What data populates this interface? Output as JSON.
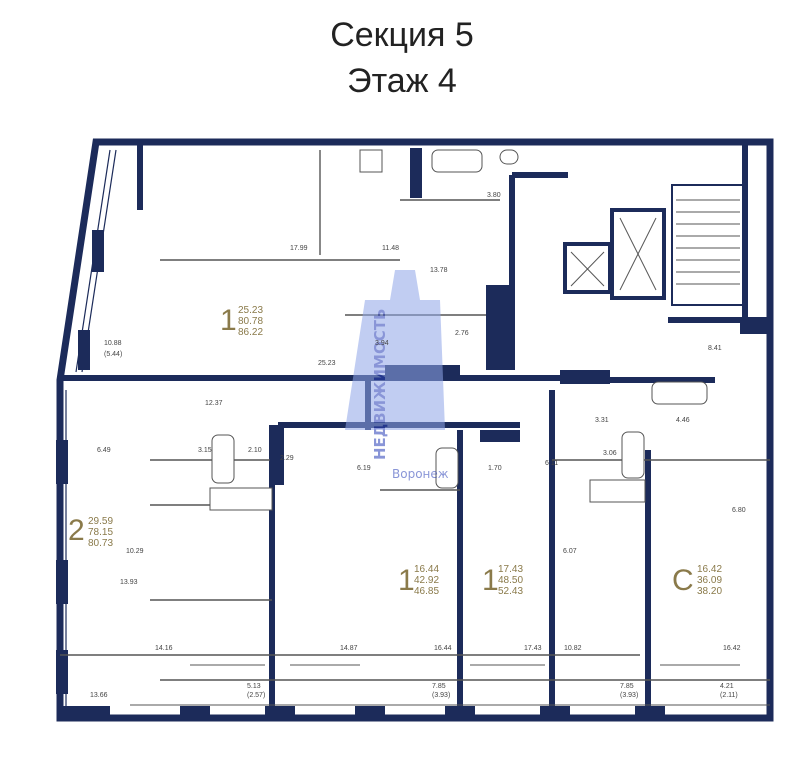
{
  "header": {
    "line1": "Секция 5",
    "line2": "Этаж 4"
  },
  "colors": {
    "wall": "#1c2b5a",
    "line": "#555555",
    "label": "#8a7a4a",
    "watermark": "#2a40b8"
  },
  "apartments": [
    {
      "id": "apt-1-top",
      "type": "1",
      "living": "25.23",
      "total": "80.78",
      "total_bal": "86.22"
    },
    {
      "id": "apt-2-left",
      "type": "2",
      "living": "29.59",
      "total": "78.15",
      "total_bal": "80.73"
    },
    {
      "id": "apt-1-mid",
      "type": "1",
      "living": "16.44",
      "total": "42.92",
      "total_bal": "46.85"
    },
    {
      "id": "apt-1-right",
      "type": "1",
      "living": "17.43",
      "total": "48.50",
      "total_bal": "52.43"
    },
    {
      "id": "apt-c",
      "type": "C",
      "living": "16.42",
      "total": "36.09",
      "total_bal": "38.20"
    }
  ],
  "room_areas": [
    "17.99",
    "11.48",
    "3.80",
    "13.78",
    "10.88",
    "(5.44)",
    "3.94",
    "2.76",
    "25.23",
    "8.41",
    "12.37",
    "6.49",
    "3.15",
    "2.10",
    "2.29",
    "6.19",
    "1.70",
    "6.11",
    "3.31",
    "4.46",
    "3.06",
    "6.80",
    "10.29",
    "13.93",
    "6.07",
    "14.16",
    "14.87",
    "16.44",
    "17.43",
    "10.82",
    "16.42",
    "13.66",
    "5.13",
    "(2.57)",
    "7.85",
    "(3.93)",
    "7.85",
    "(3.93)",
    "4.21",
    "(2.11)"
  ],
  "watermark": {
    "main": "НЕДВИЖИМОСТЬ",
    "sub": "Воронеж"
  }
}
